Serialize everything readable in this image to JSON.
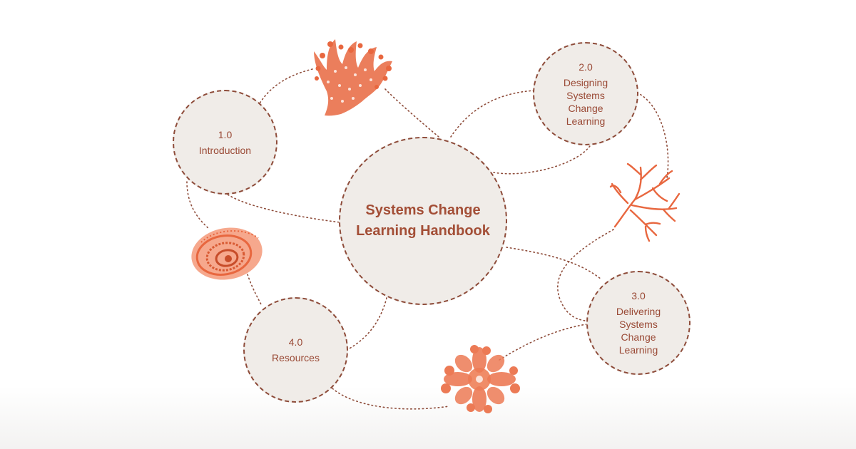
{
  "center": {
    "label": "Systems Change\nLearning Handbook"
  },
  "sections": [
    {
      "number": "1.0",
      "label": "Introduction"
    },
    {
      "number": "2.0",
      "label": "Designing\nSystems\nChange\nLearning"
    },
    {
      "number": "3.0",
      "label": "Delivering\nSystems\nChange\nLearning"
    },
    {
      "number": "4.0",
      "label": "Resources"
    }
  ],
  "colors": {
    "accent": "#e8673f",
    "text": "#9a4a36",
    "circle_border": "#8e4c3a",
    "circle_fill": "#f0ece8",
    "connector": "#8e4c3a"
  },
  "icons": [
    "coral-icon",
    "seaweed-icon",
    "shell-icon",
    "sea-anemone-icon"
  ]
}
